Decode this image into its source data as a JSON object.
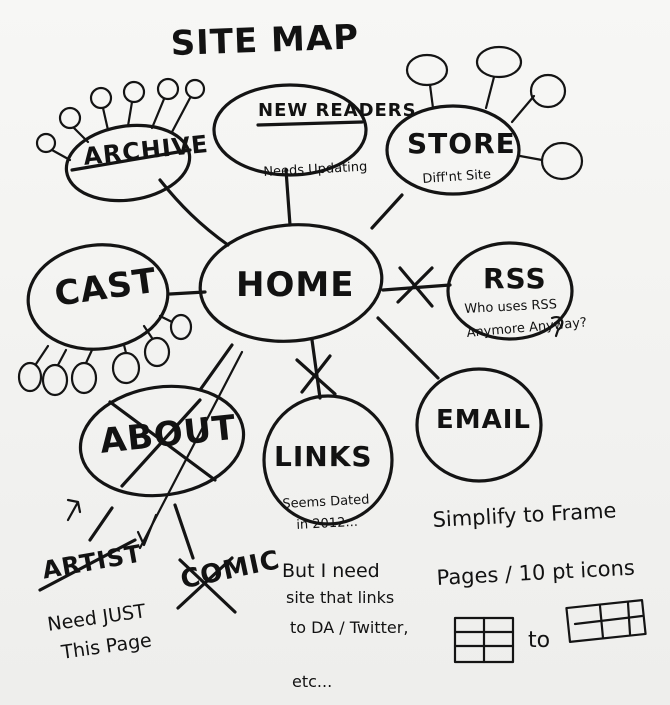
{
  "title": "SITE MAP",
  "nodes": {
    "archive": {
      "label": "ARCHIVE"
    },
    "new_readers": {
      "label": "NEW READERS",
      "note": "Needs Updating"
    },
    "store": {
      "label": "STORE",
      "note": "Diff'nt Site"
    },
    "cast": {
      "label": "CAST"
    },
    "home": {
      "label": "HOME"
    },
    "rss": {
      "label": "RSS",
      "note_line1": "Who uses RSS",
      "note_line2": "Anymore Anyway?"
    },
    "about": {
      "label": "ABOUT"
    },
    "links": {
      "label": "LINKS",
      "note_line1": "Seems Dated",
      "note_line2": "in 2012..."
    },
    "email": {
      "label": "EMAIL"
    },
    "artist": {
      "label": "ARTIST",
      "note_line1": "Need JUST",
      "note_line2": "This Page"
    },
    "comic": {
      "label": "COMIC"
    }
  },
  "links_note": {
    "line1": "But I need",
    "line2": "site that links",
    "line3": "to DA / Twitter,",
    "line4": "etc..."
  },
  "simplify_note": {
    "line1": "Simplify to Frame",
    "line2": "Pages / 10 pt icons",
    "to_label": "to"
  },
  "colors": {
    "ink": "#141414",
    "board": "#f2f2f0"
  }
}
